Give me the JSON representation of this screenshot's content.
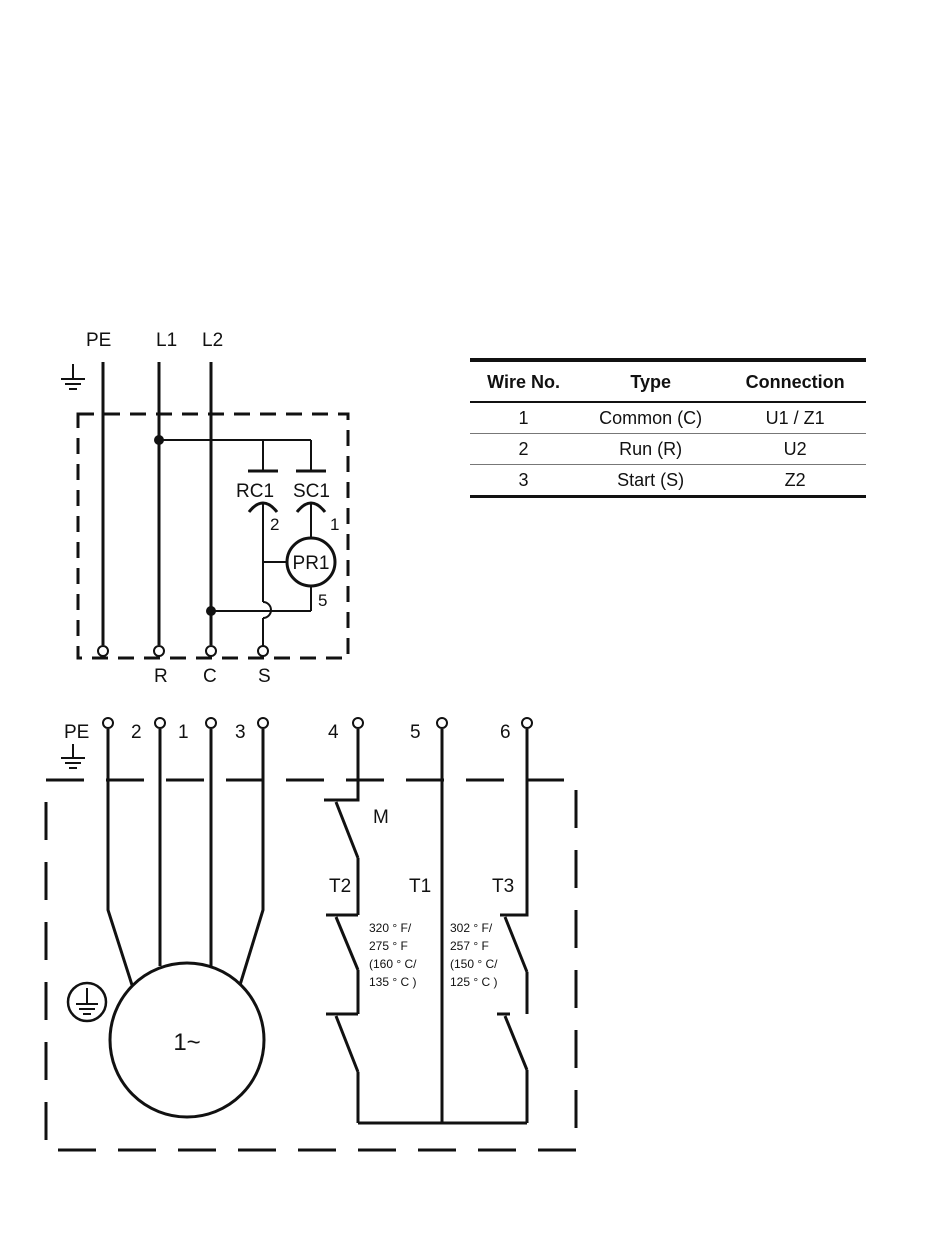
{
  "top_diagram": {
    "supply_labels": [
      "PE",
      "L1",
      "L2"
    ],
    "terminal_labels": [
      "R",
      "C",
      "S"
    ],
    "capacitor_labels": [
      "RC1",
      "SC1"
    ],
    "relay_label": "PR1",
    "pin_labels": [
      "2",
      "1",
      "5"
    ]
  },
  "bottom_diagram": {
    "terminal_labels": [
      "PE",
      "2",
      "1",
      "3",
      "4",
      "5",
      "6"
    ],
    "motor_label": "1~",
    "contactor_label": "M",
    "thermostat_labels": [
      "T2",
      "T1",
      "T3"
    ],
    "thermostat_ratings": {
      "left": [
        "320 ° F/",
        "275 ° F",
        "(160 ° C/",
        "135 ° C )"
      ],
      "right": [
        "302 ° F/",
        "257 ° F",
        "(150 ° C/",
        "125 ° C )"
      ]
    }
  },
  "wire_table": {
    "headers": [
      "Wire No.",
      "Type",
      "Connection"
    ],
    "rows": [
      [
        "1",
        "Common (C)",
        "U1 / Z1"
      ],
      [
        "2",
        "Run (R)",
        "U2"
      ],
      [
        "3",
        "Start (S)",
        "Z2"
      ]
    ]
  }
}
